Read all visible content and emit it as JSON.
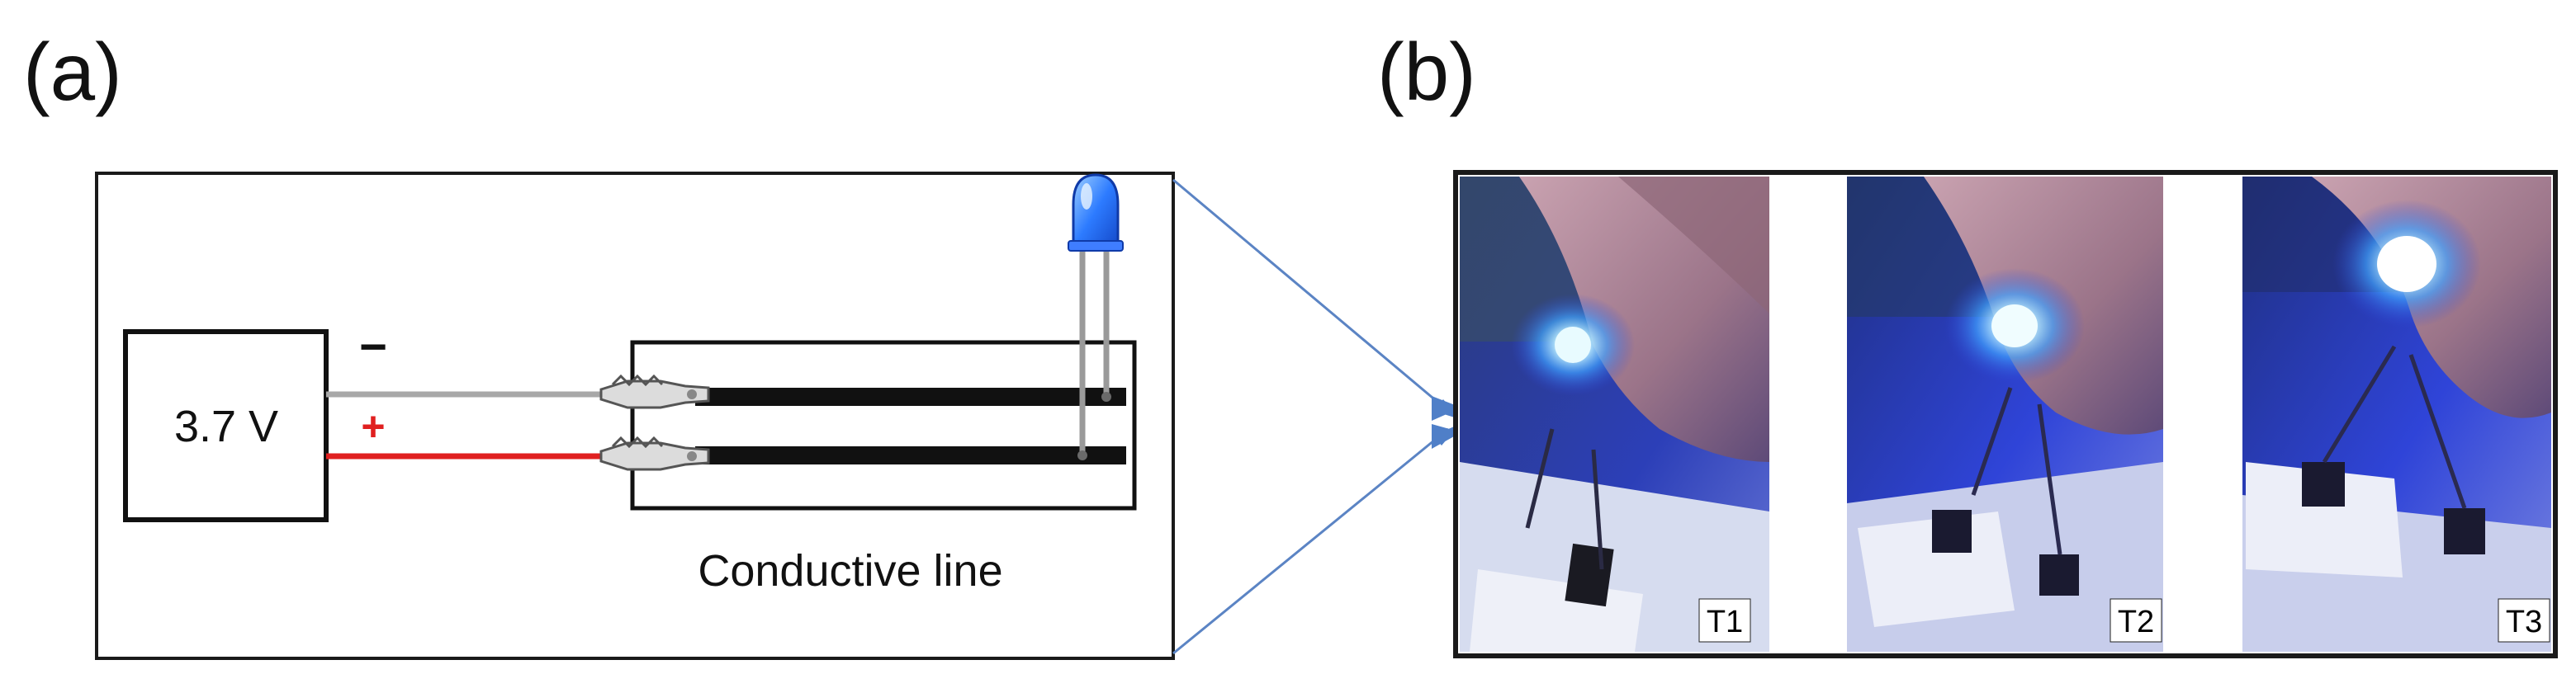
{
  "panel_labels": {
    "a": "(a)",
    "b": "(b)"
  },
  "schematic": {
    "battery_voltage": "3.7 V",
    "minus_sign": "−",
    "plus_sign": "+",
    "conductive_line_label": "Conductive line"
  },
  "photos": [
    {
      "label": "T1"
    },
    {
      "label": "T2"
    },
    {
      "label": "T3"
    }
  ],
  "colors": {
    "wire_positive": "#e02020",
    "wire_negative": "#a8a8a8",
    "led": "#3a7bff",
    "arrow": "#5b84c4",
    "uv_glow": "#2f44d8"
  }
}
